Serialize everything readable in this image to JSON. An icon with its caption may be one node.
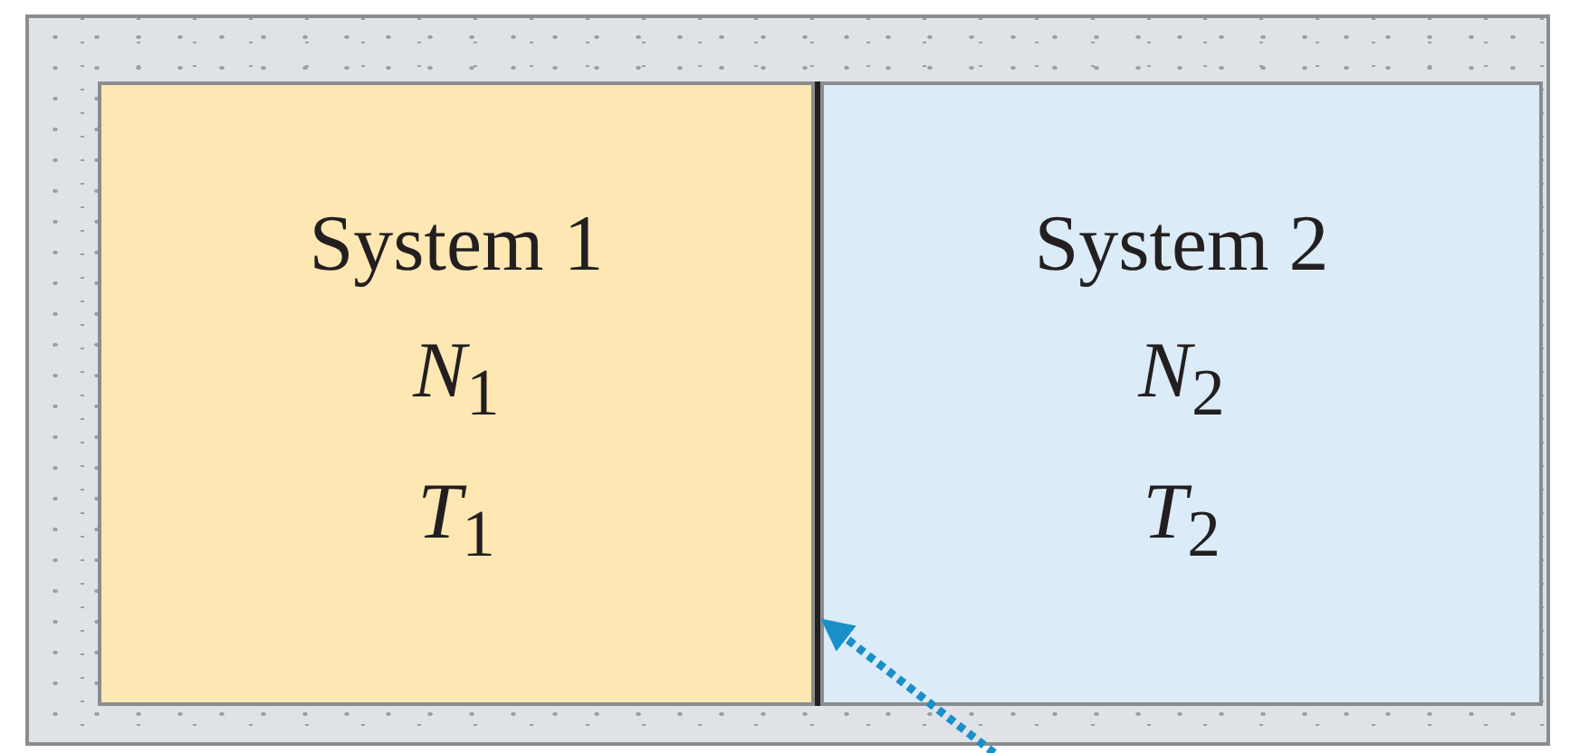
{
  "diagram": {
    "nodes": [
      {
        "text": [],
        "shape": "box"
      },
      {
        "text": [
          "System 1",
          "*N*$_{1}$",
          "*T*$_{1}$"
        ],
        "in": 0
      },
      {
        "text": [
          "System 2",
          "*N*$_{2}$",
          "*T*$_{2}$"
        ],
        "in": 0
      },
      {
        "text": [],
        "shape": "bar",
        "in": 0
      }
    ],
    "edges": [
      {
        "from": null,
        "to": 3,
        "arrow": "to",
        "style": "dashed",
        "color": "#1b8fc8"
      }
    ]
  }
}
